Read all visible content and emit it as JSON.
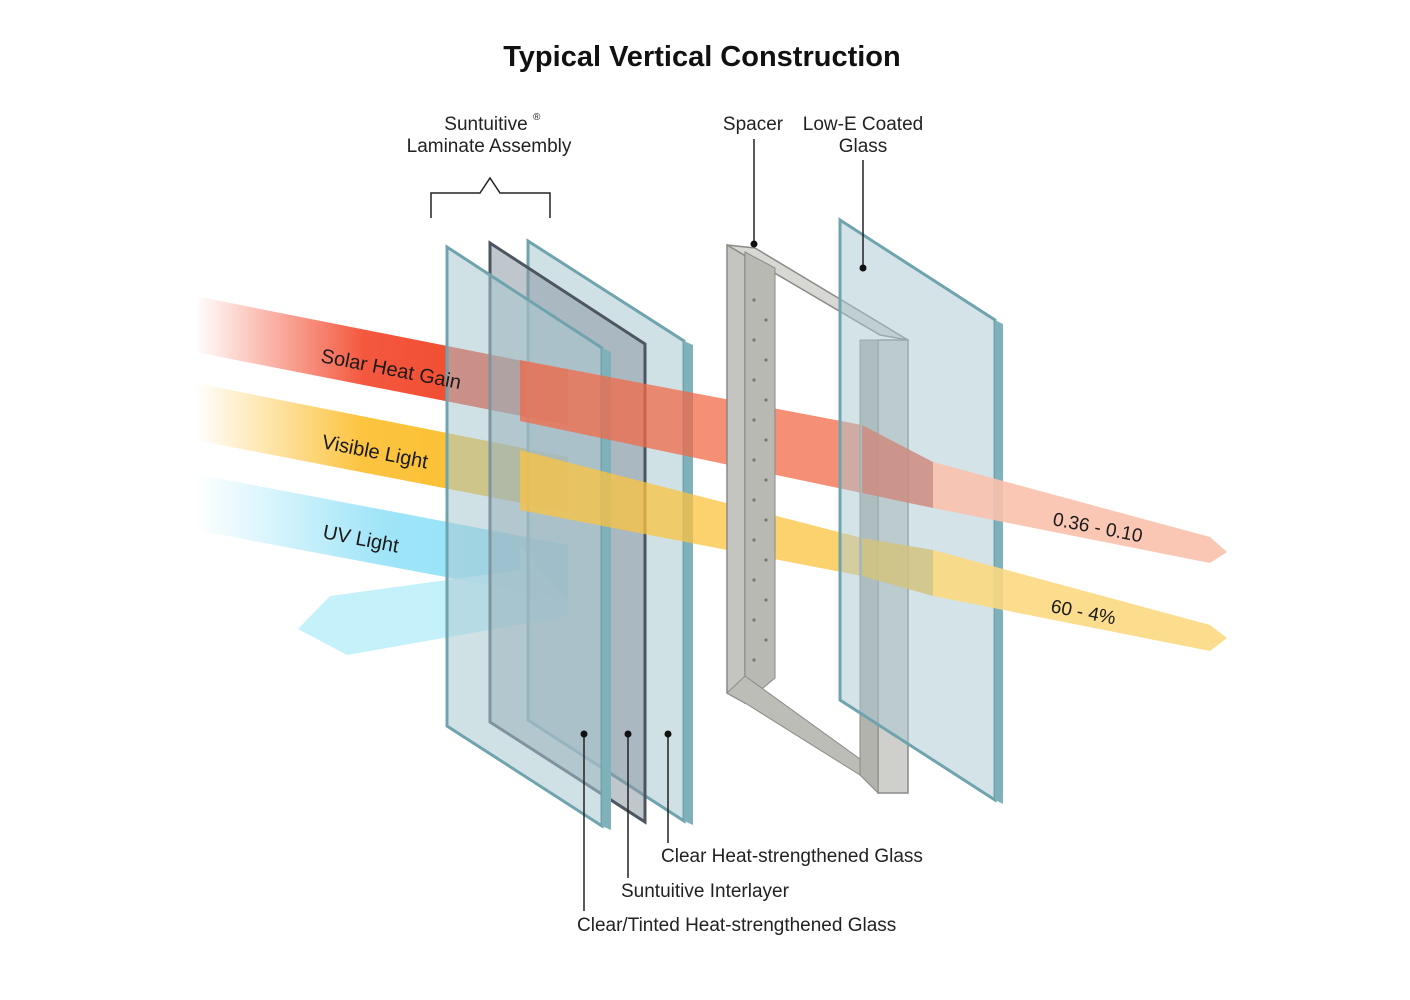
{
  "title": "Typical Vertical Construction",
  "labels": {
    "laminate_line1": "Suntuitive",
    "laminate_reg": "®",
    "laminate_line2": "Laminate Assembly",
    "spacer": "Spacer",
    "lowe_line1": "Low-E Coated",
    "lowe_line2": "Glass",
    "clear_hs_glass": "Clear Heat-strengthened Glass",
    "interlayer": "Suntuitive Interlayer",
    "tinted_hs_glass": "Clear/Tinted Heat-strengthened Glass"
  },
  "beams": {
    "solar": {
      "label": "Solar Heat Gain",
      "output": "0.36 - 0.10",
      "color": "#f2462a"
    },
    "visible": {
      "label": "Visible Light",
      "output": "60 - 4%",
      "color": "#fbbd2a"
    },
    "uv": {
      "label": "UV Light",
      "color": "#8fe0f7"
    }
  },
  "colors": {
    "glass_face": "#a9c8d2",
    "glass_edge": "#7fb1bb",
    "interlayer": "#5b6470",
    "spacer": "#c4c4c0"
  }
}
